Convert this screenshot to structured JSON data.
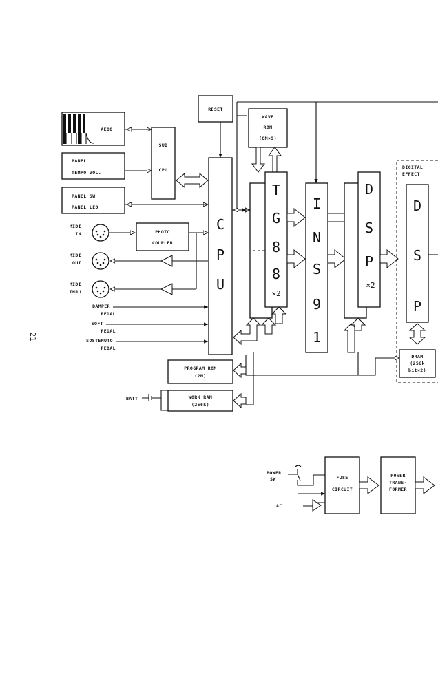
{
  "page_number": "21",
  "blocks": {
    "reset": "RESET",
    "wave_rom": [
      "WAVE",
      "ROM",
      "(8M×9)"
    ],
    "aeg": "AE88",
    "sub_cpu": [
      "SUB",
      "CPU"
    ],
    "panel_tempo": [
      "PANEL",
      "TEMPO VOL."
    ],
    "panel_sw": [
      "PANEL  SW",
      "PANEL LED"
    ],
    "midi_in": [
      "MIDI",
      "IN"
    ],
    "midi_out": [
      "MIDI",
      "OUT"
    ],
    "midi_thru": [
      "MIDI",
      "THRU"
    ],
    "photo_coupler": [
      "PHOTO",
      "COUPLER"
    ],
    "damper": [
      "DAMPER",
      "PEDAL"
    ],
    "soft": [
      "SOFT",
      "PEDAL"
    ],
    "sostenuto": [
      "SOSTENUTO",
      "PEDAL"
    ],
    "cpu": [
      "C",
      "P",
      "U"
    ],
    "tg": [
      "T",
      "G",
      "8",
      "8",
      "×2"
    ],
    "ins": [
      "I",
      "N",
      "S",
      "9",
      "1"
    ],
    "dsp1": [
      "D",
      "S",
      "P",
      "×2"
    ],
    "digital_effect": [
      "DIGITAL",
      "EFFECT"
    ],
    "dsp2": [
      "D",
      "S",
      "P"
    ],
    "dram": [
      "DRAM",
      "(256k",
      "bit×2)"
    ],
    "program_rom": [
      "PROGRAM ROM",
      "(2M)"
    ],
    "work_ram": [
      "WORK RAM",
      "(256k)"
    ],
    "batt": "BATT",
    "power_sw": [
      "POWER",
      "SW"
    ],
    "ac": "AC",
    "fuse": [
      "FUSE",
      "CIRCUIT"
    ],
    "transformer": [
      "POWER",
      "TRANS-",
      "FORMER"
    ]
  }
}
